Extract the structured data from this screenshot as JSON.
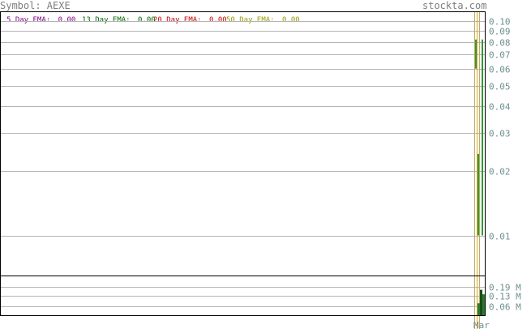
{
  "header": {
    "symbol_label": "Symbol: AEXE",
    "site": "stockta.com"
  },
  "legend": [
    {
      "label": "5 Day EMA:",
      "value": "0.00",
      "color": "#800080"
    },
    {
      "label": "13 Day EMA:",
      "value": "0.00",
      "color": "#006400"
    },
    {
      "label": "20 Day EMA:",
      "value": "0.00",
      "color": "#cc0000"
    },
    {
      "label": "50 Day EMA:",
      "value": "0.00",
      "color": "#999900"
    }
  ],
  "colors": {
    "price_bar": "#339933",
    "volume_bar": "#2d7a2d",
    "volume_bar_dark": "#1a4d1a",
    "ema_line": "#c8a850",
    "gridline": "#b4b4b4",
    "frame": "#000000"
  },
  "chart_data": [
    {
      "type": "bar",
      "panel": "price",
      "scale": "log",
      "y_ticks": [
        "0.10",
        "0.09",
        "0.08",
        "0.07",
        "0.06",
        "0.05",
        "0.04",
        "0.03",
        "0.02",
        "0.01"
      ],
      "y_tick_values": [
        0.1,
        0.09,
        0.08,
        0.07,
        0.06,
        0.05,
        0.04,
        0.03,
        0.02,
        0.01
      ],
      "ylim": [
        0.0065,
        0.11
      ],
      "x_ticks": [
        "Mar"
      ],
      "bars": [
        {
          "low": 0.06,
          "high": 0.082
        },
        {
          "low": 0.01,
          "high": 0.024
        },
        {
          "low": 0.01,
          "high": 0.082
        }
      ],
      "grid": true
    },
    {
      "type": "bar",
      "panel": "volume",
      "y_ticks": [
        "0.19 M",
        "0.13 M",
        "0.06 M"
      ],
      "y_tick_values": [
        0.19,
        0.13,
        0.06
      ],
      "ylim": [
        0,
        0.26
      ],
      "bars": [
        {
          "value": 0.08
        },
        {
          "value": 0.17
        },
        {
          "value": 0.14
        }
      ],
      "grid": true
    }
  ]
}
